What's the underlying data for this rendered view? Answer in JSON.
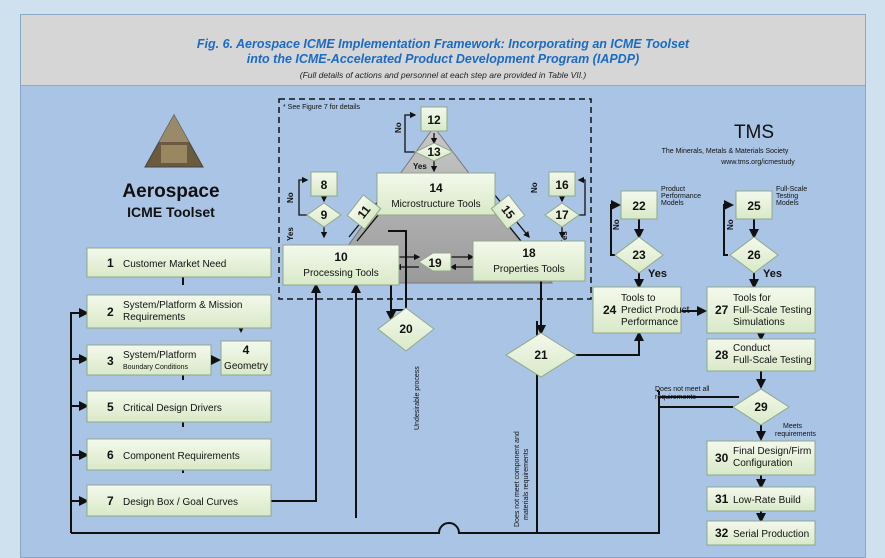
{
  "header": {
    "title_line1": "Fig. 6. Aerospace ICME Implementation Framework: Incorporating an ICME Toolset",
    "title_line2": "into the ICME-Accelerated Product Development Program (IAPDP)",
    "subtitle": "(Full details of actions and personnel at each step are provided in Table VII.)"
  },
  "toolset": {
    "line1": "Aerospace",
    "line2": "ICME Toolset"
  },
  "tms": {
    "logo": "TMS",
    "org": "The Minerals, Metals & Materials Society",
    "url": "www.tms.org/icmestudy"
  },
  "see_figure_note": "* See Figure 7 for details",
  "steps": {
    "s1": {
      "num": "1",
      "label": "Customer Market Need"
    },
    "s2": {
      "num": "2",
      "label1": "System/Platform & Mission",
      "label2": "Requirements"
    },
    "s3": {
      "num": "3",
      "label1": "System/Platform",
      "label2": "Boundary Conditions"
    },
    "s4": {
      "num": "4",
      "label": "Geometry"
    },
    "s5": {
      "num": "5",
      "label": "Critical Design Drivers"
    },
    "s6": {
      "num": "6",
      "label": "Component Requirements"
    },
    "s7": {
      "num": "7",
      "label": "Design Box / Goal Curves"
    },
    "s8": {
      "num": "8"
    },
    "s9": {
      "num": "9"
    },
    "s10": {
      "num": "10",
      "label": "Processing Tools"
    },
    "s11": {
      "num": "11"
    },
    "s12": {
      "num": "12"
    },
    "s13": {
      "num": "13"
    },
    "s14": {
      "num": "14",
      "label": "Microstructure Tools"
    },
    "s15": {
      "num": "15"
    },
    "s16": {
      "num": "16"
    },
    "s17": {
      "num": "17"
    },
    "s18": {
      "num": "18",
      "label": "Properties Tools"
    },
    "s19": {
      "num": "19"
    },
    "s20": {
      "num": "20"
    },
    "s21": {
      "num": "21"
    },
    "s22": {
      "num": "22",
      "label1": "Product",
      "label2": "Performance",
      "label3": "Models"
    },
    "s23": {
      "num": "23"
    },
    "s24": {
      "num": "24",
      "label1": "Tools to",
      "label2": "Predict Product",
      "label3": "Performance"
    },
    "s25": {
      "num": "25",
      "label1": "Full-Scale",
      "label2": "Testing",
      "label3": "Models"
    },
    "s26": {
      "num": "26"
    },
    "s27": {
      "num": "27",
      "label1": "Tools for",
      "label2": "Full-Scale Testing",
      "label3": "Simulations"
    },
    "s28": {
      "num": "28",
      "label1": "Conduct",
      "label2": "Full-Scale Testing"
    },
    "s29": {
      "num": "29"
    },
    "s30": {
      "num": "30",
      "label1": "Final Design/Firm",
      "label2": "Configuration"
    },
    "s31": {
      "num": "31",
      "label": "Low-Rate Build"
    },
    "s32": {
      "num": "32",
      "label": "Serial Production"
    }
  },
  "decisions": {
    "yes": "Yes",
    "no": "No",
    "undesirable": "Undesirable process",
    "not_meet_component_1": "Does not meet component and",
    "not_meet_component_2": "materials requirements",
    "not_meet_all_1": "Does not meet all",
    "not_meet_all_2": "requirements",
    "meets_1": "Meets",
    "meets_2": "requirements"
  }
}
